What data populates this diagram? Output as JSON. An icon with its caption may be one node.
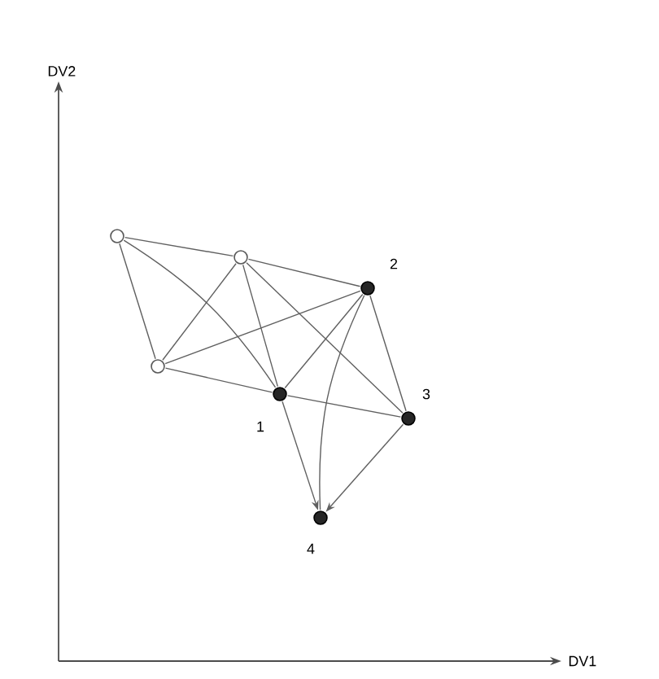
{
  "diagram": {
    "nodes": [
      {
        "text": [],
        "shape": "circle"
      },
      {
        "text": [],
        "shape": "circle"
      },
      {
        "text": [],
        "shape": "circle",
        "beside": [
          "2"
        ]
      },
      {
        "text": [],
        "shape": "circle"
      },
      {
        "text": [],
        "shape": "circle",
        "beside": [
          "1"
        ]
      },
      {
        "text": [],
        "shape": "circle",
        "beside": [
          "3"
        ]
      },
      {
        "text": [],
        "shape": "circle",
        "beside": [
          "4"
        ]
      }
    ],
    "edges": [
      {
        "from": 0,
        "to": 1,
        "arrow": "none"
      },
      {
        "from": 1,
        "to": 2,
        "arrow": "none"
      },
      {
        "from": 0,
        "to": 3,
        "arrow": "none"
      },
      {
        "from": 0,
        "to": 4,
        "arrow": "none"
      },
      {
        "from": 1,
        "to": 3,
        "arrow": "none"
      },
      {
        "from": 1,
        "to": 4,
        "arrow": "none"
      },
      {
        "from": 1,
        "to": 5,
        "arrow": "none"
      },
      {
        "from": 3,
        "to": 2,
        "arrow": "none"
      },
      {
        "from": 3,
        "to": 4,
        "arrow": "none"
      },
      {
        "from": 4,
        "to": 5,
        "arrow": "none"
      },
      {
        "from": 4,
        "to": 2,
        "arrow": "none"
      },
      {
        "from": 4,
        "to": 6,
        "arrow": "to"
      },
      {
        "from": 2,
        "to": 5,
        "arrow": "none"
      },
      {
        "from": 2,
        "to": 6,
        "arrow": "none"
      },
      {
        "from": 5,
        "to": 6,
        "arrow": "to"
      }
    ],
    "labels": [
      "DV2",
      "DV1"
    ]
  }
}
